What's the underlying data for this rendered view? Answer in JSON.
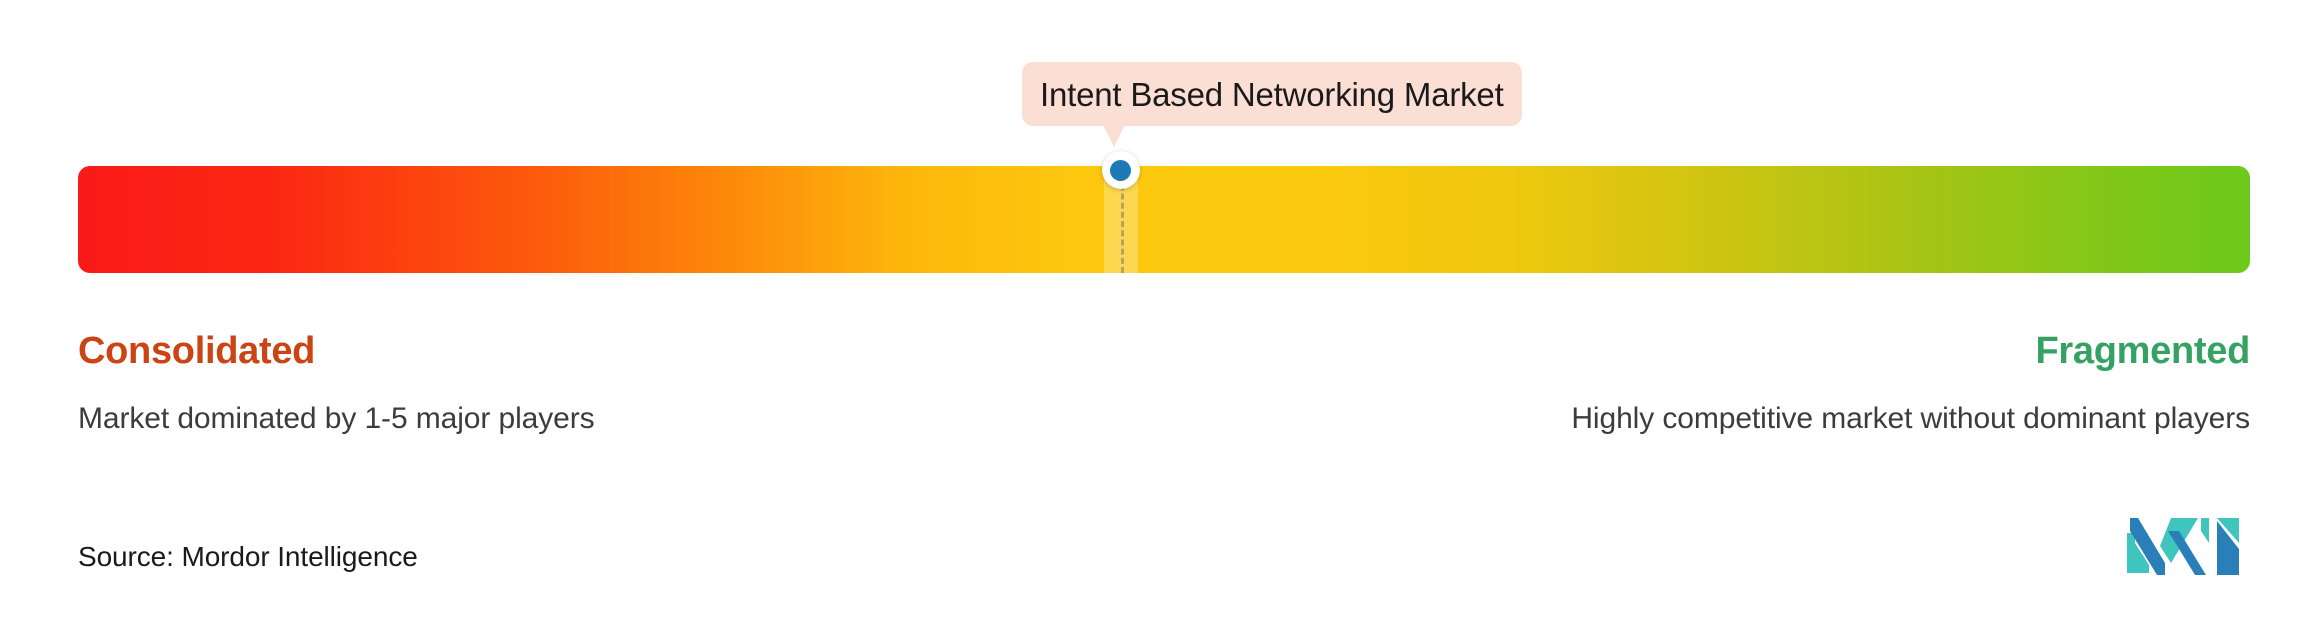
{
  "chart_data": {
    "type": "bar",
    "subtype": "market-concentration-gauge",
    "title": "",
    "marker": {
      "label": "Intent Based Networking Market",
      "position_pct": 48,
      "dot_color": "#1E79B5",
      "label_bg": "#FBDED4",
      "label_text_color": "#1A1A1A"
    },
    "scale": {
      "left_end_label": "Consolidated",
      "right_end_label": "Fragmented",
      "left_end_description": "Market dominated by 1-5 major players",
      "right_end_description": "Highly competitive market without dominant players",
      "left_color": "#CC4314",
      "right_color": "#35A264",
      "gradient_stops": [
        {
          "pct": 0,
          "color": "#FA1A18"
        },
        {
          "pct": 21,
          "color": "#FC5A0C"
        },
        {
          "pct": 38,
          "color": "#FDB60C"
        },
        {
          "pct": 50,
          "color": "#FDC80E"
        },
        {
          "pct": 76,
          "color": "#CCC412"
        },
        {
          "pct": 100,
          "color": "#6CC91B"
        }
      ],
      "xlabel": "",
      "ylabel": "",
      "grid": false,
      "legend": "none"
    }
  },
  "axis": {
    "left": {
      "title": "Consolidated",
      "description": "Market dominated by 1-5 major players"
    },
    "right": {
      "title": "Fragmented",
      "description": "Highly competitive market without dominant players"
    }
  },
  "marker": {
    "label": "Intent Based Networking Market"
  },
  "footer": {
    "source": "Source: Mordor Intelligence",
    "logo_name": "mordor-intelligence-logo",
    "logo_colors": {
      "teal": "#40C4BE",
      "blue": "#2B7FB8"
    }
  }
}
